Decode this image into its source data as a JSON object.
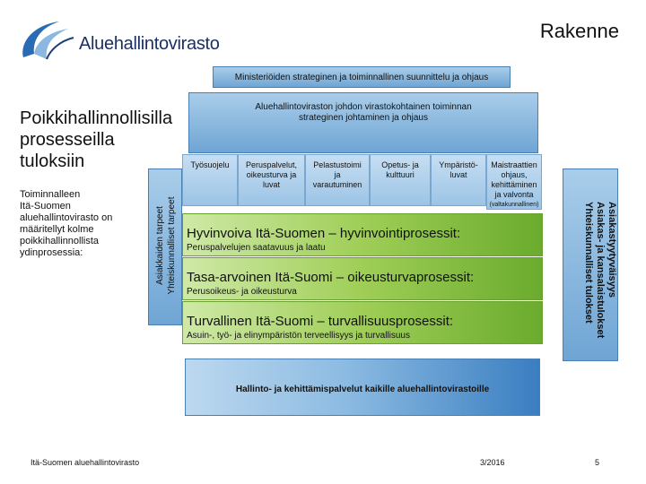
{
  "logo": {
    "text": "Aluehallintovirasto"
  },
  "slide_title": "Rakenne",
  "boxes": {
    "ministry": "Ministeriöiden strateginen ja toiminnallinen suunnittelu ja ohjaus",
    "agency_line1": "Aluehallintoviraston johdon virastokohtainen toiminnan",
    "agency_line2": "strateginen johtaminen ja ohjaus"
  },
  "left": {
    "heading_line1": "Poikkihallinnollisilla",
    "heading_line2": "prosesseilla",
    "heading_line3": "tuloksiin",
    "body_line1": "Toiminnalleen",
    "body_line2": "Itä-Suomen",
    "body_line3": "aluehallintovirasto on",
    "body_line4": "määritellyt kolme",
    "body_line5": "poikkihallinnollista",
    "body_line6": "ydinprosessia:"
  },
  "vertical_left": {
    "line1": "Asiakkaiden tarpeet",
    "line2": "Yhteiskunnalliset tarpeet"
  },
  "columns": [
    {
      "l1": "Työsuojelu",
      "l2": "",
      "l3": "",
      "l4": ""
    },
    {
      "l1": "Peruspalvelut,",
      "l2": "oikeusturva ja",
      "l3": "luvat",
      "l4": ""
    },
    {
      "l1": "Pelastustoimi",
      "l2": "ja",
      "l3": "varautuminen",
      "l4": ""
    },
    {
      "l1": "Opetus- ja",
      "l2": "kulttuuri",
      "l3": "",
      "l4": ""
    },
    {
      "l1": "Ympäristö-",
      "l2": "luvat",
      "l3": "",
      "l4": ""
    },
    {
      "l1": "Maistraattien",
      "l2": "ohjaus,",
      "l3": "kehittäminen",
      "l4": "ja valvonta",
      "l5": "(valtakunnallinen)"
    }
  ],
  "processes": [
    {
      "title": "Hyvinvoiva Itä-Suomen – hyvinvointiprosessit:",
      "subtitle": "Peruspalvelujen saatavuus ja laatu"
    },
    {
      "title": "Tasa-arvoinen Itä-Suomi – oikeusturvaprosessit:",
      "subtitle": "Perusoikeus- ja oikeusturva"
    },
    {
      "title": "Turvallinen Itä-Suomi – turvallisuusprosessit:",
      "subtitle": "Asuin-, työ- ja elinympäristön terveellisyys ja turvallisuus"
    }
  ],
  "right_bar": {
    "line1": "Asiakastyytyväisyys",
    "line2": "Asiakas- ja kansalaistulokset",
    "line3": "Yhteiskunnalliset tulokset"
  },
  "admin": "Hallinto- ja kehittämispalvelut kaikille aluehallintovirastoille",
  "footer": {
    "org": "Itä-Suomen aluehallintovirasto",
    "date": "3/2016",
    "page": "5"
  },
  "colors": {
    "blue_light": "#a9cdea",
    "blue_dark": "#3a7ec1",
    "green_light": "#cfe9a7",
    "green_dark": "#6aab2d",
    "logo_blue": "#1b2f63"
  }
}
